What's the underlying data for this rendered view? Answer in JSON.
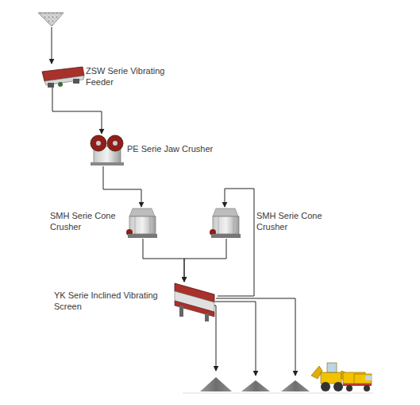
{
  "diagram": {
    "nodes": [
      {
        "text": [
          "ZSW Serie Vibrating Feeder"
        ]
      },
      {
        "text": [
          "PE Serie Jaw Crusher"
        ]
      },
      {
        "text": [
          "SMH Serie Cone Crusher"
        ]
      },
      {
        "text": [
          "SMH Serie Cone Crusher"
        ]
      },
      {
        "text": [
          "YK Serie Inclined Vibrating Screen"
        ]
      }
    ],
    "edges": [
      {
        "from": 0,
        "to": 1,
        "arrow": "to"
      },
      {
        "from": 1,
        "to": 2,
        "arrow": "to"
      },
      {
        "from": 2,
        "to": 4,
        "arrow": "to"
      },
      {
        "from": 3,
        "to": 4,
        "arrow": "to"
      },
      {
        "from": 4,
        "to": 3,
        "arrow": "to"
      }
    ]
  }
}
